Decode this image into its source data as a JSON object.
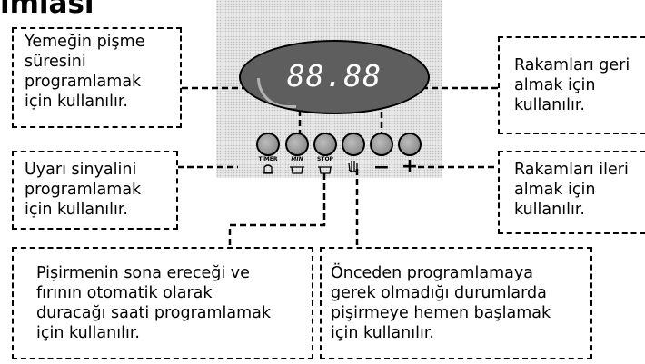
{
  "page": {
    "title": "ımlası"
  },
  "display": {
    "digits": "88.88"
  },
  "buttons": {
    "timer_label": "TIMER",
    "min_label": "MIN",
    "stop_label": "STOP",
    "minus": "−",
    "plus": "+"
  },
  "boxes": {
    "cook_time": [
      "Yemeğin pişme",
      "süresini",
      "programlamak",
      "için kullanılır."
    ],
    "alarm": [
      "Uyarı sinyalini",
      "programlamak",
      "için kullanılır."
    ],
    "end_time": [
      "Pişirmenin sona ereceği ve",
      "fırının otomatik olarak",
      "duracağı saati programlamak",
      "için kullanılır."
    ],
    "start_now": [
      "Önceden programlamaya",
      "gerek olmadığı durumlarda",
      "pişirmeye hemen başlamak",
      "için kullanılır."
    ],
    "decrease": [
      "Rakamları geri",
      "almak için",
      "kullanılır."
    ],
    "increase": [
      "Rakamları ileri",
      "almak için",
      "kullanılır."
    ]
  }
}
